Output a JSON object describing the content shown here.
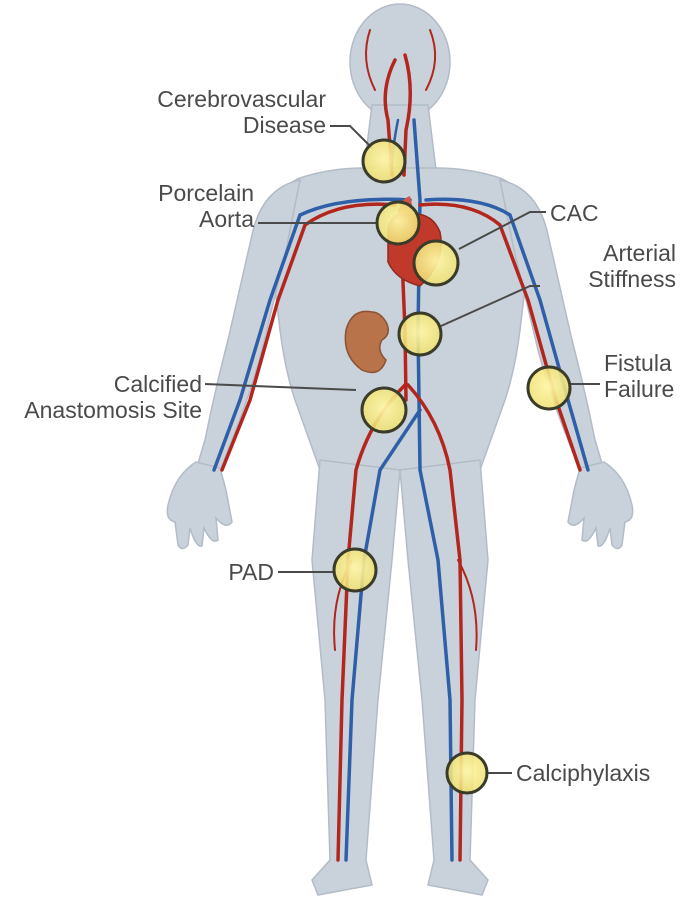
{
  "diagram": {
    "labels": {
      "cerebrovascular_1": "Cerebrovascular",
      "cerebrovascular_2": "Disease",
      "porcelain_1": "Porcelain",
      "porcelain_2": "Aorta",
      "cac": "CAC",
      "arterial_1": "Arterial",
      "arterial_2": "Stiffness",
      "fistula_1": "Fistula",
      "fistula_2": "Failure",
      "calcified_1": "Calcified",
      "calcified_2": "Anastomosis Site",
      "pad": "PAD",
      "calciphylaxis": "Calciphylaxis"
    },
    "colors": {
      "body": "#c9d2da",
      "artery": "#b3261e",
      "vein": "#2f5fa8",
      "marker_fill": "#f6ea7a",
      "marker_ring": "#3b3b2a",
      "kidney": "#b9734a",
      "leader": "#4a4a4a"
    }
  }
}
